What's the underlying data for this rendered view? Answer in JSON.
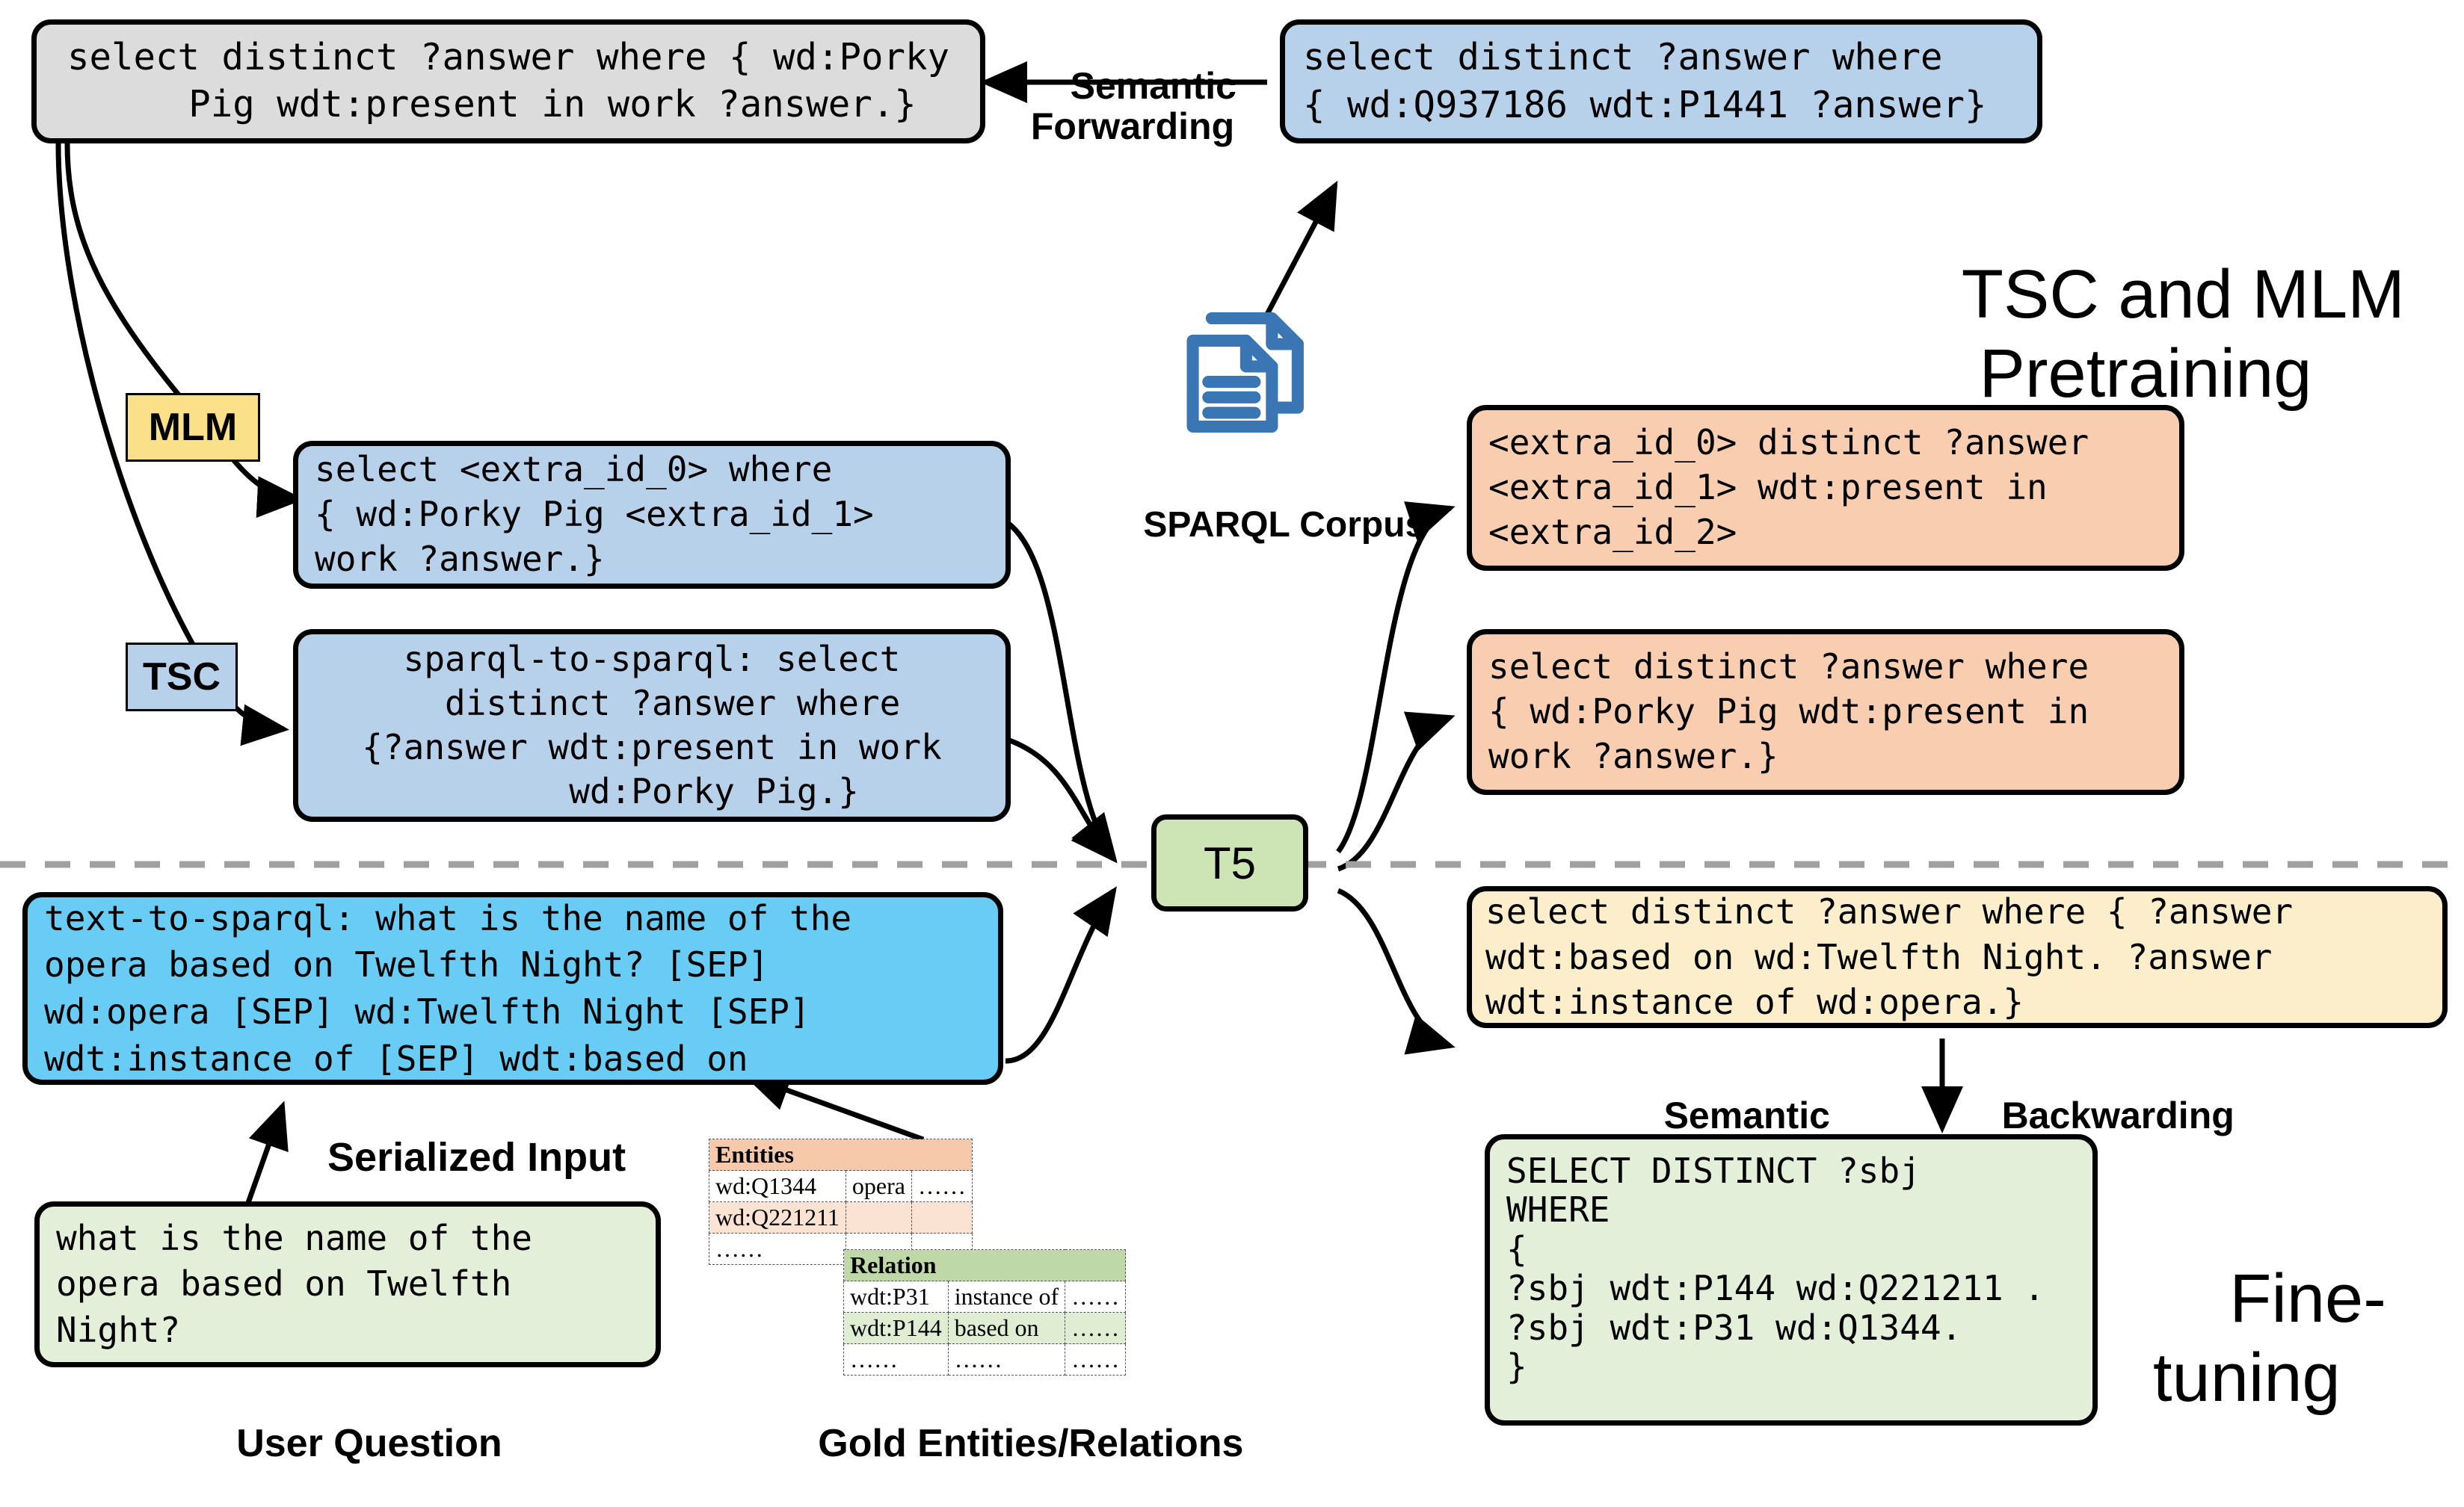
{
  "diagram": {
    "title_right_top": "TSC and MLM\nPretraining",
    "title_right_bottom": "Fine-\ntuning"
  },
  "boxes": {
    "source_sparql": "select distinct ?answer where { wd:Porky\n    Pig wdt:present in work ?answer.}",
    "forwarded_sparql": "select distinct ?answer where\n{ wd:Q937186 wdt:P1441 ?answer}",
    "mlm_input": "select <extra_id_0> where\n{ wd:Porky Pig <extra_id_1>\nwork ?answer.}",
    "tsc_input": "sparql-to-sparql: select\n  distinct ?answer where\n{?answer wdt:present in work\n      wd:Porky Pig.}",
    "mlm_output": "<extra_id_0> distinct ?answer\n<extra_id_1> wdt:present in\n<extra_id_2>",
    "tsc_output": "select distinct ?answer where\n{ wd:Porky Pig wdt:present in\nwork ?answer.}",
    "serialized_input": "text-to-sparql: what is the name of the\nopera based on Twelfth Night? [SEP]\nwd:opera [SEP] wd:Twelfth Night [SEP]\nwdt:instance of [SEP] wdt:based on",
    "finetune_output": "select distinct ?answer where { ?answer\nwdt:based on wd:Twelfth Night. ?answer\nwdt:instance of wd:opera.}",
    "final_sparql": "SELECT DISTINCT ?sbj\nWHERE\n{\n?sbj wdt:P144 wd:Q221211 .\n?sbj wdt:P31 wd:Q1344.\n}",
    "user_question": "what is the name of the\nopera based on Twelfth\nNight?"
  },
  "badges": {
    "mlm": "MLM",
    "tsc": "TSC"
  },
  "labels": {
    "semantic_forwarding": "Semantic\nForwarding",
    "semantic_backwarding_left": "Semantic",
    "semantic_backwarding_right": "Backwarding",
    "sparql_corpus": "SPARQL Corpus",
    "serialized_input": "Serialized Input",
    "user_question": "User Question",
    "gold_entities_relations": "Gold Entities/Relations",
    "t5": "T5"
  },
  "entities_table": {
    "header": "Entities",
    "rows": [
      [
        "wd:Q1344",
        "opera",
        "……"
      ],
      [
        "wd:Q221211",
        "",
        ""
      ],
      [
        "……",
        "",
        ""
      ]
    ]
  },
  "relation_table": {
    "header": "Relation",
    "rows": [
      [
        "wdt:P31",
        "instance of",
        "……"
      ],
      [
        "wdt:P144",
        "based on",
        "……"
      ],
      [
        "……",
        "……",
        "……"
      ]
    ]
  },
  "icons": {
    "corpus": "documents-icon"
  },
  "colors": {
    "gray": "#dcdcdc",
    "blue": "#b7d1ea",
    "cyan": "#68ccf5",
    "peach": "#f8cdb0",
    "cream": "#fceecb",
    "green": "#e3efd8",
    "t5_green": "#cde5b5",
    "mlm_badge": "#fbe08a",
    "icon_blue": "#3b76b4",
    "divider": "#a0a0a0"
  }
}
